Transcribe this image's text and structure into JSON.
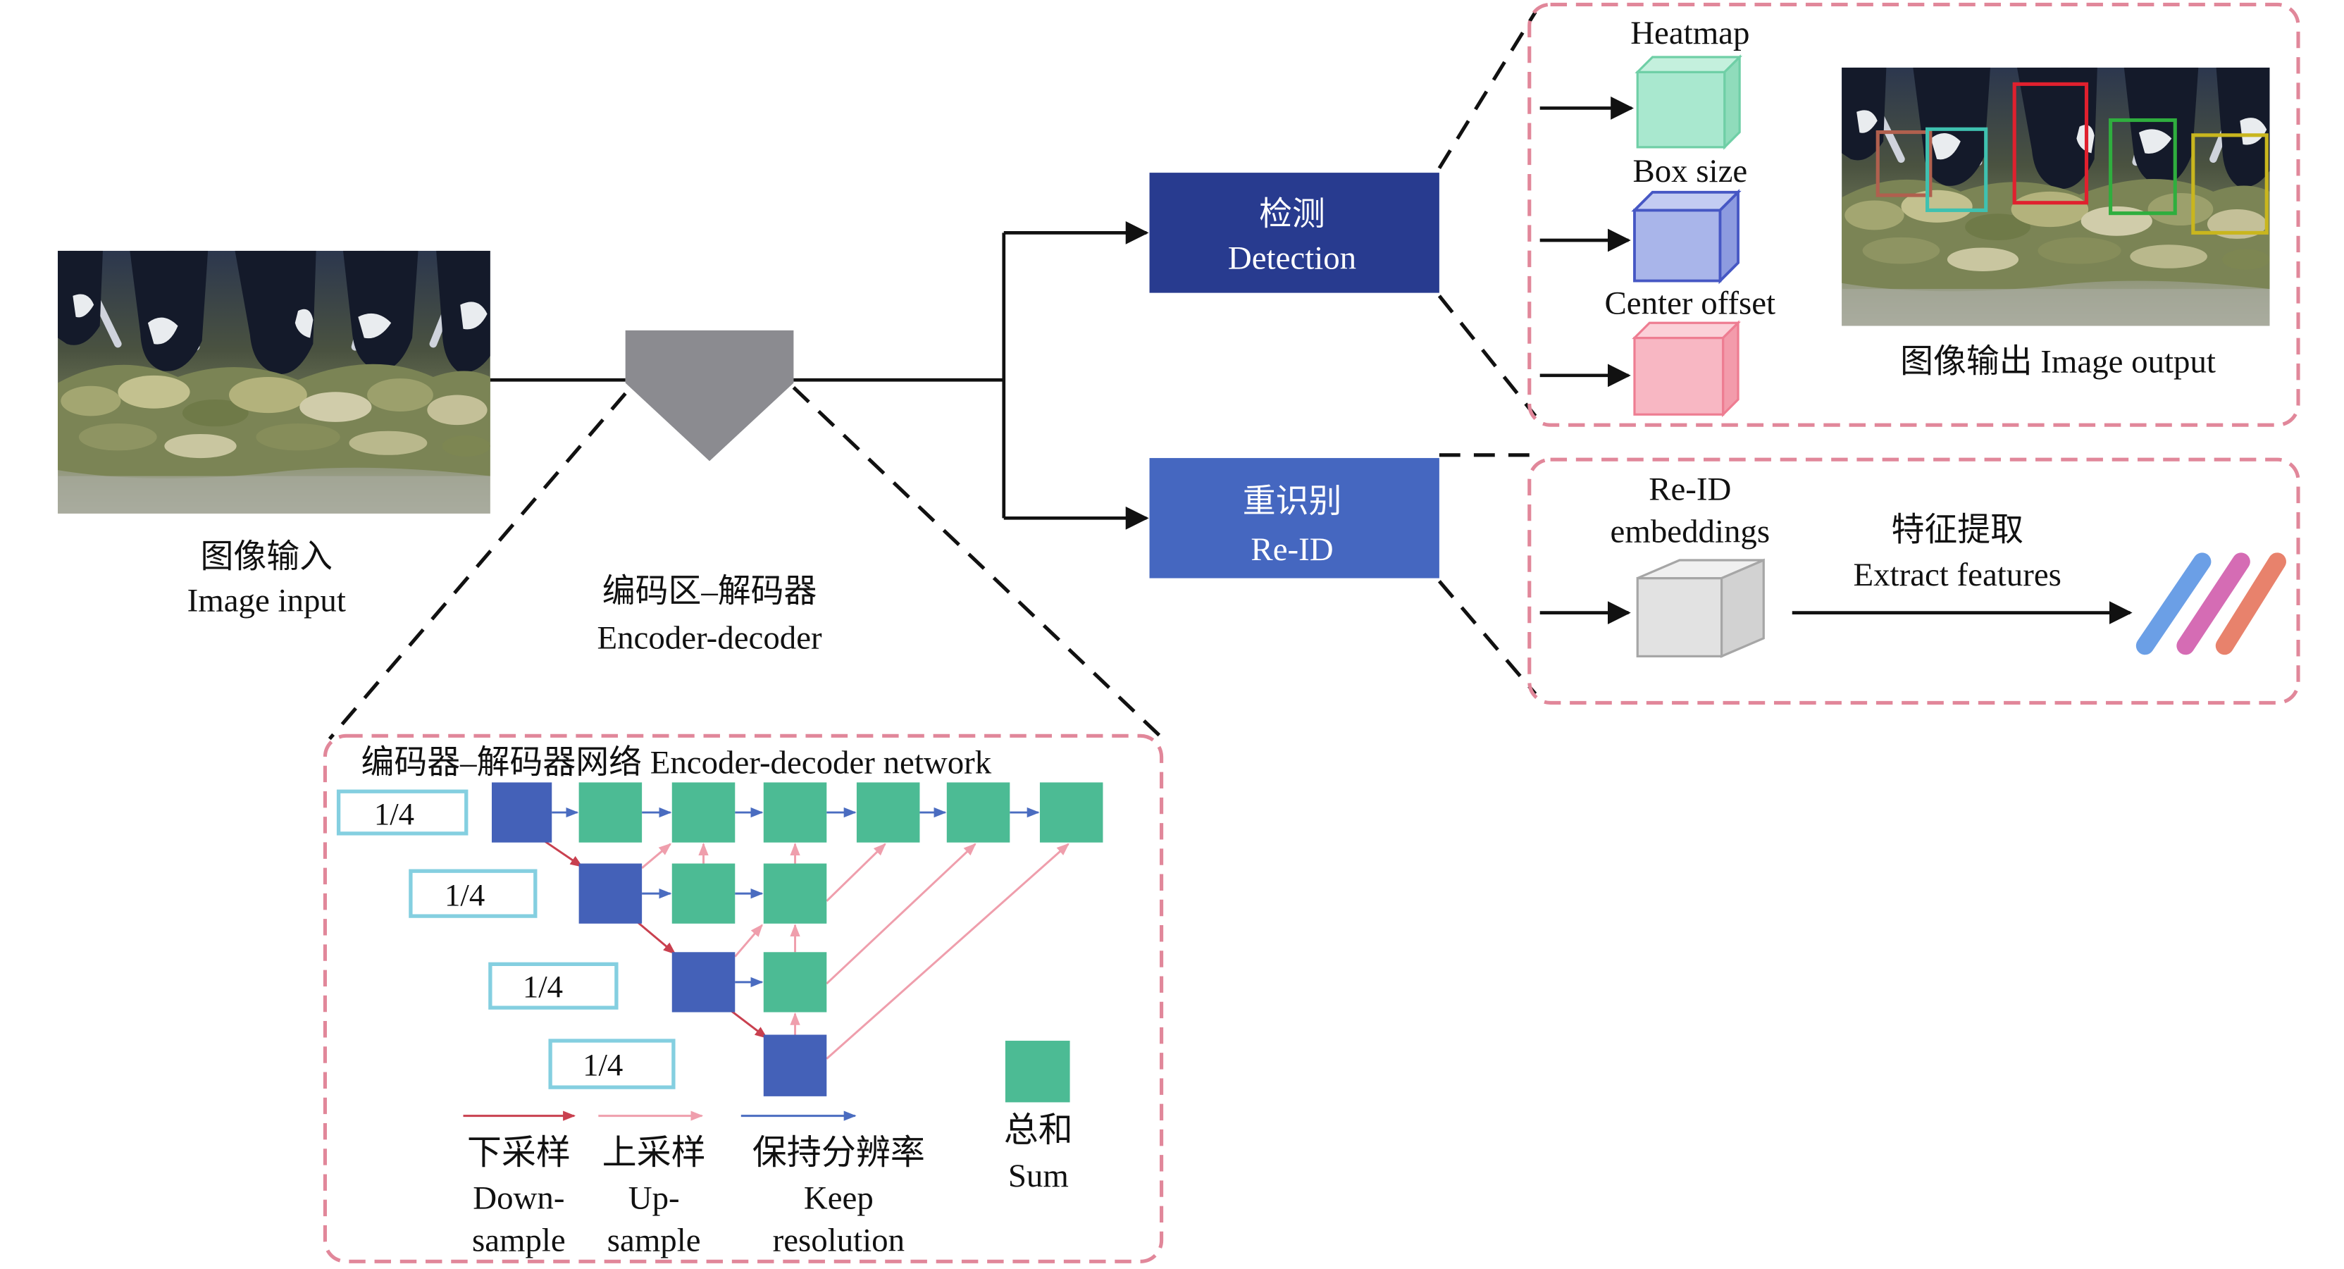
{
  "colors": {
    "detection_box": "#283b8f",
    "reid_box": "#4567c0",
    "encoder_shape": "#8b8b90",
    "panel_border": "#e1879a",
    "encoder_block": "#4461b8",
    "decoder_block": "#4cbb94",
    "downsample": "#c9404f",
    "upsample": "#ef9eac",
    "keep_resolution": "#4a6cc0",
    "scale_label_border": "#84cfe0"
  },
  "input": {
    "label_zh": "图像输入",
    "label_en": "Image input"
  },
  "encoder_decoder": {
    "label_zh": "编码区–解码器",
    "label_en": "Encoder-decoder"
  },
  "detection": {
    "label_zh": "检测",
    "label_en": "Detection"
  },
  "reid": {
    "label_zh": "重识别",
    "label_en": "Re-ID"
  },
  "detection_heads": [
    {
      "label": "Heatmap",
      "color": "#a9e8cf"
    },
    {
      "label": "Box size",
      "color": "#a9b5ea"
    },
    {
      "label": "Center offset",
      "color": "#f8b7c3"
    }
  ],
  "output": {
    "label": "图像输出 Image output",
    "box_colors": [
      "#b0604e",
      "#3fc1b0",
      "#e0202e",
      "#2fae3e",
      "#c9b61e"
    ]
  },
  "reid_panel": {
    "embeddings": [
      "Re-ID",
      "embeddings"
    ],
    "embedding_color": "#e2e2e2",
    "extract_zh": "特征提取",
    "extract_en": "Extract features",
    "feature_colors": [
      "#6b9fe6",
      "#d56cb4",
      "#e8826c"
    ]
  },
  "network": {
    "title": "编码器–解码器网络 Encoder-decoder network",
    "scale_labels": [
      "1/4",
      "1/4",
      "1/4",
      "1/4"
    ],
    "legend": {
      "downsample": {
        "zh": "下采样",
        "en": [
          "Down-",
          "sample"
        ]
      },
      "upsample": {
        "zh": "上采样",
        "en": [
          "Up-",
          "sample"
        ]
      },
      "keep": {
        "zh": "保持分辨率",
        "en": [
          "Keep",
          "resolution"
        ]
      },
      "sum": {
        "zh": "总和",
        "en": "Sum"
      }
    }
  }
}
